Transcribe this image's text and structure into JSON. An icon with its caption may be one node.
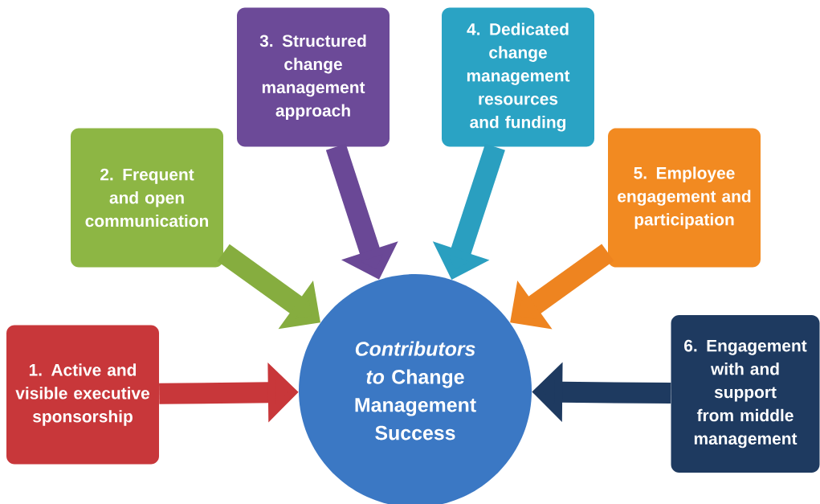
{
  "diagram": {
    "nodes": [
      {
        "text": [
          "1. Active and visible executive sponsorship"
        ]
      },
      {
        "text": [
          "2. Frequent and open communication"
        ]
      },
      {
        "text": [
          "3. Structured change management approach"
        ]
      },
      {
        "text": [
          "4. Dedicated change management resources and funding"
        ]
      },
      {
        "text": [
          "5. Employee engagement and participation"
        ]
      },
      {
        "text": [
          "6. Engagement with and support from middle management"
        ]
      },
      {
        "text": [
          "*Contributors to* Change Management Success"
        ]
      }
    ],
    "edges": [
      {
        "from": 0,
        "to": 6,
        "arrow": "to",
        "color": "#c8373a"
      },
      {
        "from": 1,
        "to": 6,
        "arrow": "to",
        "color": "#86ad3f"
      },
      {
        "from": 2,
        "to": 6,
        "arrow": "to",
        "color": "#6a4896"
      },
      {
        "from": 3,
        "to": 6,
        "arrow": "to",
        "color": "#2a9fc0"
      },
      {
        "from": 4,
        "to": 6,
        "arrow": "to",
        "color": "#ee8420"
      },
      {
        "from": 5,
        "to": 6,
        "arrow": "to",
        "color": "#1e3a60"
      }
    ]
  }
}
